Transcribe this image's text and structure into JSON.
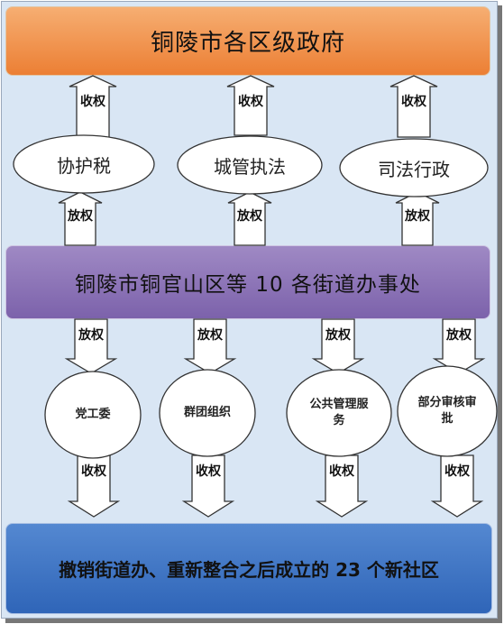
{
  "top_bar": "铜陵市各区级政府",
  "middle_bar": "铜陵市铜官山区等 10 各街道办事处",
  "bottom_bar": "撤销街道办、重新整合之后成立的 23 个新社区",
  "upper_ovals": [
    "协护税",
    "城管执法",
    "司法行政"
  ],
  "lower_ovals": [
    "党工委",
    "群团组织",
    "公共管理服务",
    "部分审核审批"
  ],
  "labels": {
    "shou": "收权",
    "fang": "放权"
  }
}
